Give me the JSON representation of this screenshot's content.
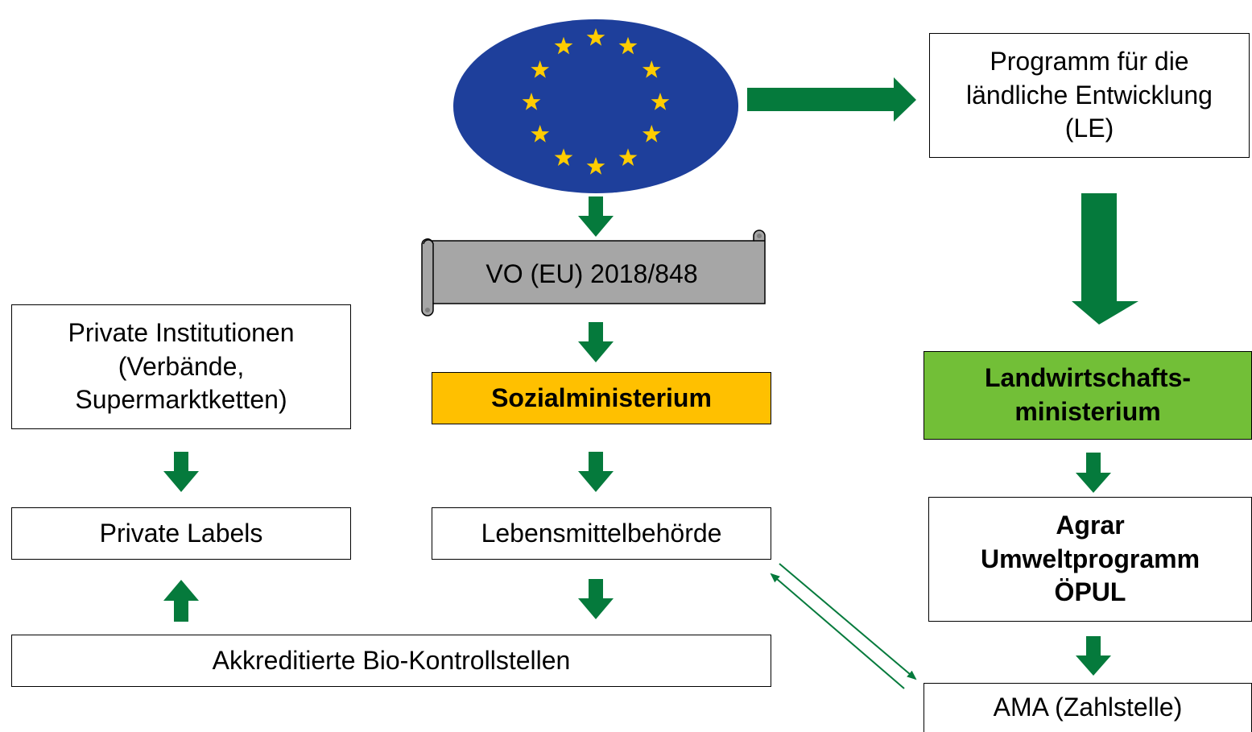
{
  "colors": {
    "arrow_green": "#057a3c",
    "eu_blue": "#1e3f9b",
    "eu_star_yellow": "#ffcc00",
    "sozial_fill": "#ffc000",
    "landwirtschaft_fill": "#72bf37",
    "scroll_fill": "#a6a6a6"
  },
  "eu_flag": {
    "icon": "eu-flag-icon",
    "stars": 12
  },
  "nodes": {
    "programm_le": "Programm für die ländliche Entwicklung (LE)",
    "vo_eu": "VO (EU) 2018/848",
    "private_institutionen": "Private Institutionen (Verbände, Supermarktketten)",
    "sozialministerium": "Sozialministerium",
    "landwirtschaftsministerium": "Landwirtschafts-ministerium",
    "private_labels": "Private Labels",
    "lebensmittelbehoerde": "Lebensmittelbehörde",
    "agrar_umweltprogramm": "Agrar Umweltprogramm ÖPUL",
    "bio_kontrollstellen": "Akkreditierte Bio-Kontrollstellen",
    "ama": "AMA (Zahlstelle)"
  }
}
